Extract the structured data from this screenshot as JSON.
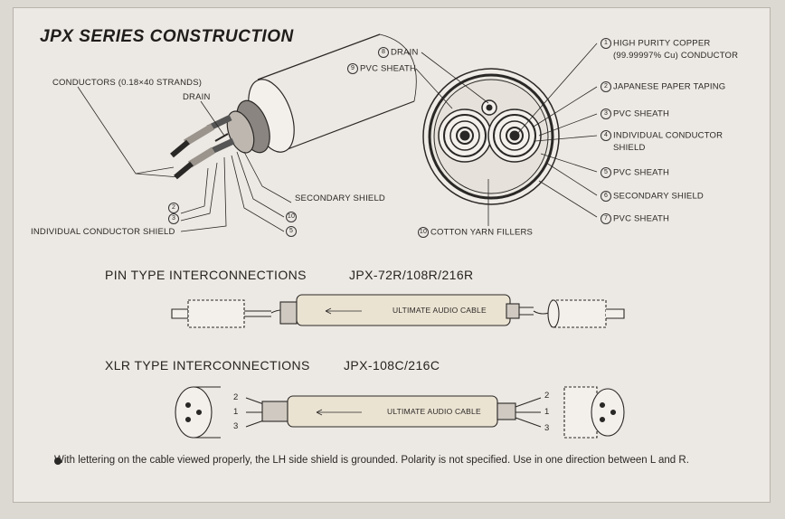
{
  "title": "JPX SERIES CONSTRUCTION",
  "cable_labels": {
    "conductors": "CONDUCTORS (0.18×40 STRANDS)",
    "drain": "DRAIN",
    "secondary_shield": "SECONDARY SHIELD",
    "individual_conductor_shield": "INDIVIDUAL CONDUCTOR SHIELD",
    "num_2": "2",
    "num_3": "3",
    "num_10": "10",
    "num_5": "5"
  },
  "cross_section_labels": [
    {
      "num": "8",
      "text": "DRAIN"
    },
    {
      "num": "9",
      "text": "PVC SHEATH"
    },
    {
      "num": "1",
      "text": "HIGH PURITY COPPER"
    },
    {
      "num": "",
      "text": "(99.99997% Cu) CONDUCTOR"
    },
    {
      "num": "2",
      "text": "JAPANESE PAPER TAPING"
    },
    {
      "num": "3",
      "text": "PVC SHEATH"
    },
    {
      "num": "4",
      "text": "INDIVIDUAL CONDUCTOR"
    },
    {
      "num": "",
      "text": "SHIELD"
    },
    {
      "num": "5",
      "text": "PVC SHEATH"
    },
    {
      "num": "6",
      "text": "SECONDARY SHIELD"
    },
    {
      "num": "7",
      "text": "PVC SHEATH"
    },
    {
      "num": "10",
      "text": "COTTON YARN FILLERS"
    }
  ],
  "pin_section": {
    "heading": "PIN TYPE INTERCONNECTIONS",
    "models": "JPX-72R/108R/216R",
    "cable_text": "ULTIMATE AUDIO CABLE"
  },
  "xlr_section": {
    "heading": "XLR TYPE INTERCONNECTIONS",
    "models": "JPX-108C/216C",
    "cable_text": "ULTIMATE AUDIO CABLE",
    "pin_2": "2",
    "pin_1": "1",
    "pin_3": "3"
  },
  "note": "With lettering on the cable viewed properly, the LH side shield is grounded. Polarity is not specified. Use in one direction between L and R."
}
